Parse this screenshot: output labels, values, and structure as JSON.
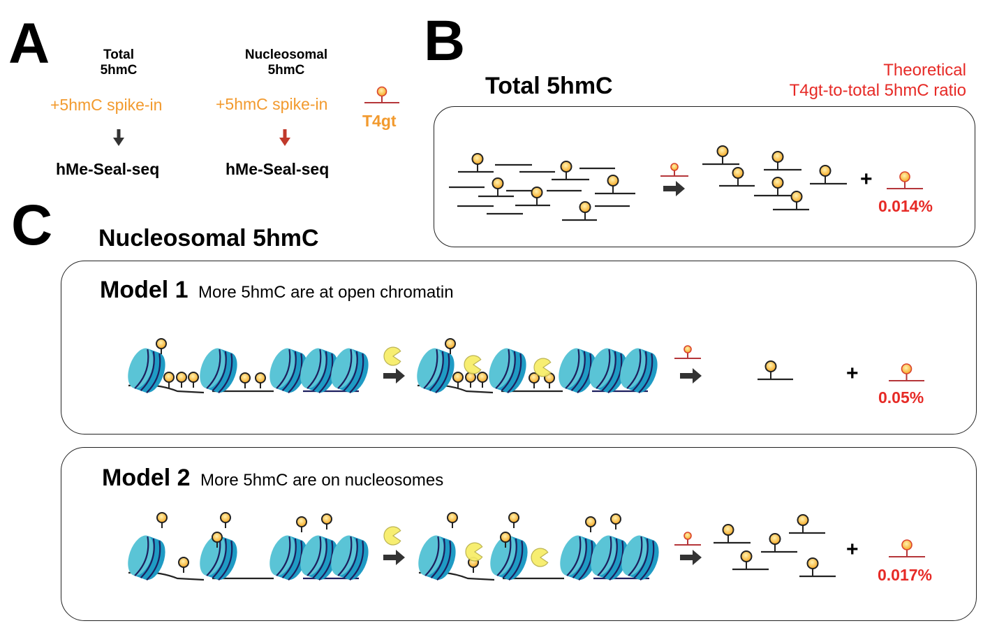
{
  "colors": {
    "spike_in": "#f29a2e",
    "ratio_red": "#e62a26",
    "t4gt_line": "#b5363a",
    "arrow_dark": "#333333",
    "arrow_red": "#c0392b",
    "bead_fill": "#f7b733",
    "bead_highlight": "#fff2b0",
    "nucleosome_light": "#5ac4d6",
    "nucleosome_dark": "#1f9bc4",
    "dna_wrap": "#1d1f5e",
    "pacman": "#f7ee6a"
  },
  "panel_a": {
    "letter": "A",
    "columns": [
      {
        "title_line1": "Total",
        "title_line2": "5hmC",
        "spike_label": "+5hmC spike-in",
        "arrow": "dark",
        "method": "hMe-Seal-seq"
      },
      {
        "title_line1": "Nucleosomal",
        "title_line2": "5hmC",
        "spike_label": "+5hmC spike-in",
        "arrow": "red",
        "method": "hMe-Seal-seq"
      }
    ],
    "legend_label": "T4gt"
  },
  "panel_b": {
    "letter": "B",
    "title": "Total 5hmC",
    "ratio_header_line1": "Theoretical",
    "ratio_header_line2": "T4gt-to-total 5hmC ratio",
    "plus": "+",
    "ratio_value": "0.014%"
  },
  "panel_c": {
    "letter": "C",
    "title": "Nucleosomal 5hmC",
    "models": [
      {
        "name": "Model 1",
        "description": "More 5hmC are at open chromatin",
        "plus": "+",
        "ratio_value": "0.05%"
      },
      {
        "name": "Model 2",
        "description": "More 5hmC are on nucleosomes",
        "plus": "+",
        "ratio_value": "0.017%"
      }
    ]
  }
}
